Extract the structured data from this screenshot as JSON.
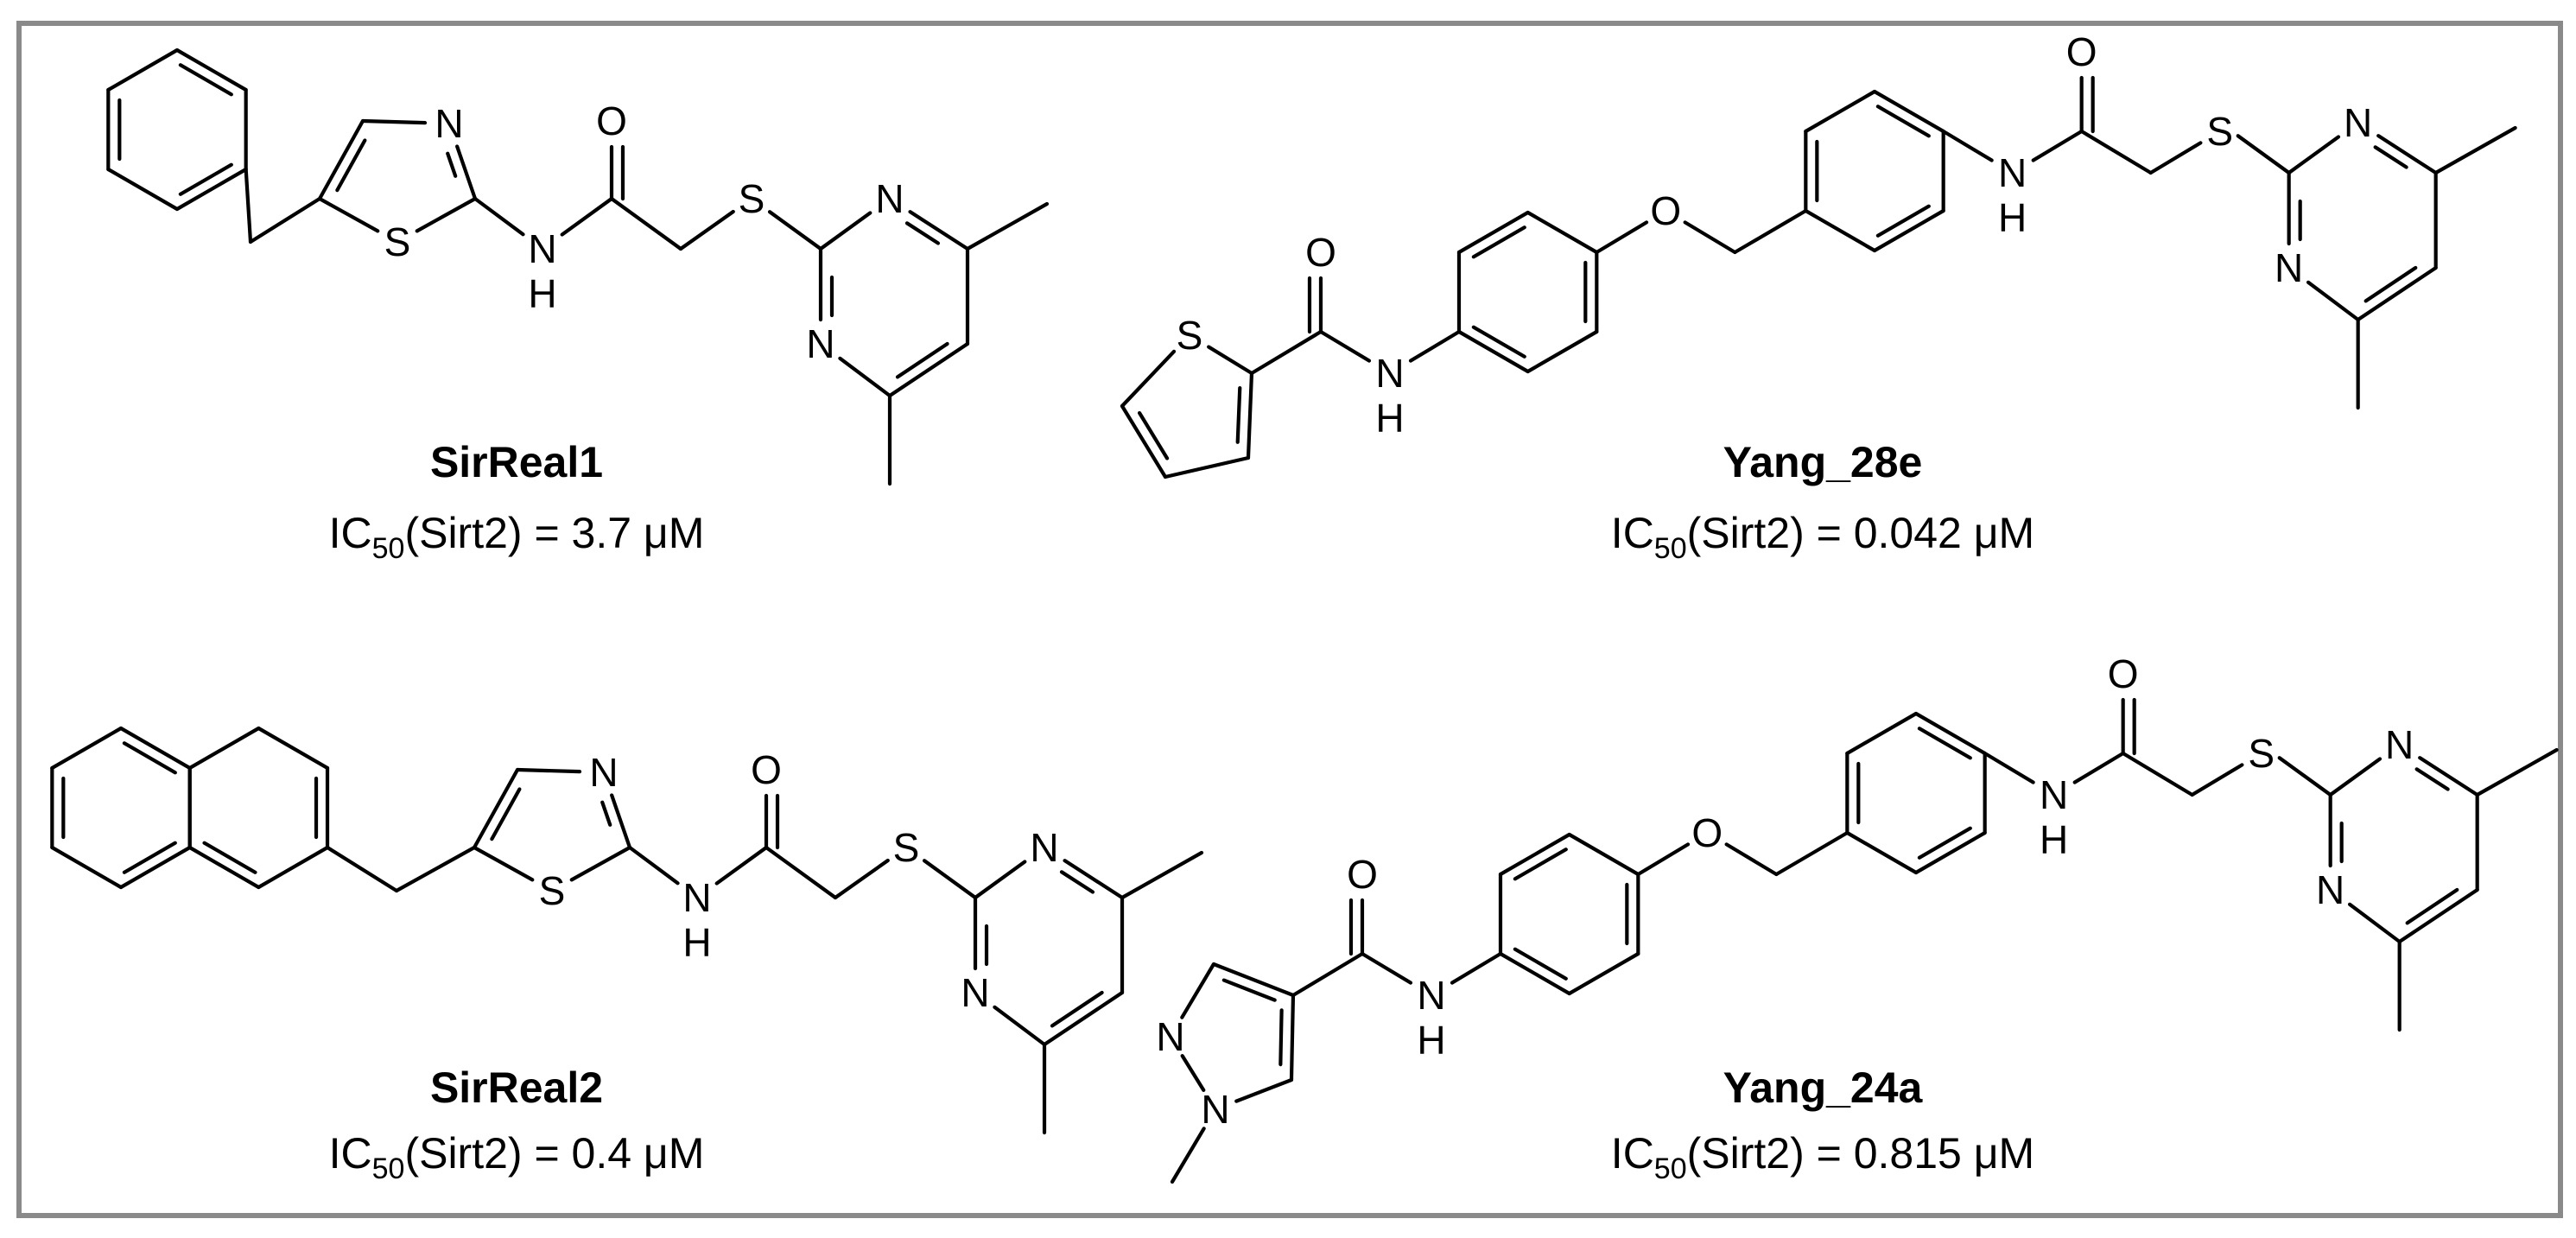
{
  "compounds": [
    {
      "key": "sirreal1",
      "name": "SirReal1",
      "ic50_label": "IC",
      "ic50_sub": "50",
      "ic50_value": "(Sirt2) = 3.7 μM"
    },
    {
      "key": "yang28e",
      "name": "Yang_28e",
      "ic50_label": "IC",
      "ic50_sub": "50",
      "ic50_value": "(Sirt2) = 0.042 μM"
    },
    {
      "key": "sirreal2",
      "name": "SirReal2",
      "ic50_label": "IC",
      "ic50_sub": "50",
      "ic50_value": "(Sirt2) = 0.4 μM"
    },
    {
      "key": "yang24a",
      "name": "Yang_24a",
      "ic50_label": "IC",
      "ic50_sub": "50",
      "ic50_value": "(Sirt2) = 0.815 μM"
    }
  ],
  "atoms": {
    "N": "N",
    "S": "S",
    "O": "O",
    "H": "H"
  }
}
